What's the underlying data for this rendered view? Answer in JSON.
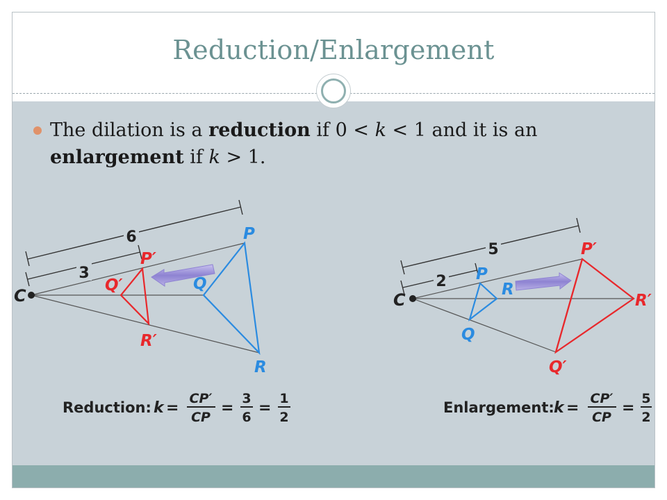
{
  "title": "Reduction/Enlargement",
  "bullet": {
    "t1": "The dilation is a ",
    "b1": "reduction",
    "t2": " if ",
    "m1": "0 < ",
    "k1": "k",
    "m2": " < 1",
    "t3": " and it is an ",
    "b2": "enlargement",
    "t4": " if ",
    "k2": "k",
    "m3": " > 1",
    "t5": "."
  },
  "reduction": {
    "labels": {
      "C": "C",
      "P": "P",
      "Q": "Q",
      "R": "R",
      "P2": "P′",
      "Q2": "Q′",
      "R2": "R′"
    },
    "measures": {
      "outer": "6",
      "inner": "3"
    },
    "formula": {
      "name": "Reduction:",
      "k": "k",
      "eq1": "=",
      "num1": "CP′",
      "den1": "CP",
      "eq2": "=",
      "num2": "3",
      "den2": "6",
      "eq3": "=",
      "num3": "1",
      "den3": "2"
    }
  },
  "enlargement": {
    "labels": {
      "C": "C",
      "P": "P",
      "Q": "Q",
      "R": "R",
      "P2": "P′",
      "Q2": "Q′",
      "R2": "R′"
    },
    "measures": {
      "outer": "5",
      "inner": "2"
    },
    "formula": {
      "name": "Enlargement:",
      "k": "k",
      "eq1": "=",
      "num1": "CP′",
      "den1": "CP",
      "eq2": "=",
      "num2": "5",
      "den2": "2"
    }
  },
  "colors": {
    "original": "#2b8be0",
    "image": "#e8282c",
    "arrow": "#a59adb",
    "title": "#6b9292",
    "bullet": "#e0926a",
    "content_bg": "#c8d2d8",
    "footer": "#8cadad"
  }
}
